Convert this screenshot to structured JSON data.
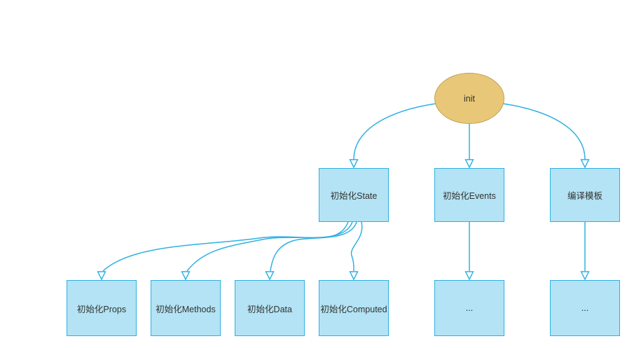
{
  "diagram": {
    "nodes": {
      "init": {
        "label": "init",
        "shape": "ellipse"
      },
      "state": {
        "label": "初始化State",
        "shape": "box"
      },
      "events": {
        "label": "初始化Events",
        "shape": "box"
      },
      "compile": {
        "label": "编译模板",
        "shape": "box"
      },
      "props": {
        "label": "初始化Props",
        "shape": "box"
      },
      "methods": {
        "label": "初始化Methods",
        "shape": "box"
      },
      "data": {
        "label": "初始化Data",
        "shape": "box"
      },
      "computed": {
        "label": "初始化Computed",
        "shape": "box"
      },
      "events_more": {
        "label": "...",
        "shape": "box"
      },
      "compile_more": {
        "label": "...",
        "shape": "box"
      }
    },
    "edges": [
      {
        "from": "init",
        "to": "state"
      },
      {
        "from": "init",
        "to": "events"
      },
      {
        "from": "init",
        "to": "compile"
      },
      {
        "from": "state",
        "to": "props"
      },
      {
        "from": "state",
        "to": "methods"
      },
      {
        "from": "state",
        "to": "data"
      },
      {
        "from": "state",
        "to": "computed"
      },
      {
        "from": "events",
        "to": "events_more"
      },
      {
        "from": "compile",
        "to": "compile_more"
      }
    ],
    "colors": {
      "box_fill": "#b3e3f4",
      "box_border": "#2fb1e2",
      "ellipse_fill": "#e8c878",
      "ellipse_border": "#bfa058",
      "arrow": "#2fb1e2",
      "text": "#333333"
    }
  }
}
